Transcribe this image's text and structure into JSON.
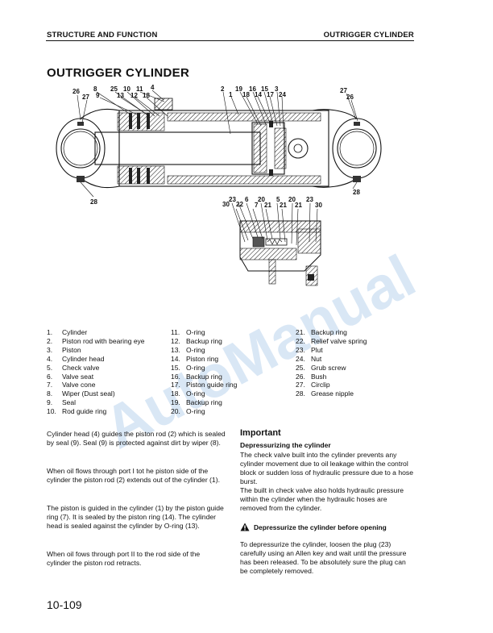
{
  "header": {
    "left": "STRUCTURE AND FUNCTION",
    "right": "OUTRIGGER CYLINDER"
  },
  "title": "OUTRIGGER CYLINDER",
  "diagram": {
    "main_callouts": {
      "c26a": "26",
      "c27a": "27",
      "c8": "8",
      "c9": "9",
      "c25": "25",
      "c13": "13",
      "c10": "10",
      "c12": "12",
      "c11": "11",
      "c18": "18",
      "c4": "4",
      "c2": "2",
      "c1": "1",
      "c19": "19",
      "c18b": "18",
      "c16": "16",
      "c14": "14",
      "c15": "15",
      "c17": "17",
      "c3": "3",
      "c24": "24",
      "c27b": "27",
      "c26b": "26",
      "c28a": "28",
      "c28b": "28"
    },
    "detail_callouts": {
      "d23a": "23",
      "d22": "22",
      "d30a": "30",
      "d6": "6",
      "d7": "7",
      "d20": "20",
      "d21a": "21",
      "d5": "5",
      "d21b": "21",
      "d20b": "20",
      "d21c": "21",
      "d23b": "23",
      "d30b": "30"
    }
  },
  "watermark": "AutoManual",
  "parts": {
    "col1": [
      {
        "no": "1.",
        "name": "Cylinder"
      },
      {
        "no": "2.",
        "name": "Piston rod with bearing eye"
      },
      {
        "no": "3.",
        "name": "Piston"
      },
      {
        "no": "4.",
        "name": "Cylinder head"
      },
      {
        "no": "5.",
        "name": "Check valve"
      },
      {
        "no": "6.",
        "name": "Valve seat"
      },
      {
        "no": "7.",
        "name": "Valve cone"
      },
      {
        "no": "8.",
        "name": "Wiper (Dust seal)"
      },
      {
        "no": "9.",
        "name": "Seal"
      },
      {
        "no": "10.",
        "name": "Rod guide ring"
      }
    ],
    "col2": [
      {
        "no": "11.",
        "name": "O-ring"
      },
      {
        "no": "12.",
        "name": "Backup ring"
      },
      {
        "no": "13.",
        "name": "O-ring"
      },
      {
        "no": "14.",
        "name": "Piston ring"
      },
      {
        "no": "15.",
        "name": "O-ring"
      },
      {
        "no": "16.",
        "name": "Backup ring"
      },
      {
        "no": "17.",
        "name": "Piston guide ring"
      },
      {
        "no": "18.",
        "name": "O-ring"
      },
      {
        "no": "19.",
        "name": "Backup ring"
      },
      {
        "no": "20.",
        "name": "O-ring"
      }
    ],
    "col3": [
      {
        "no": "21.",
        "name": "Backup ring"
      },
      {
        "no": "22.",
        "name": "Relief valve spring"
      },
      {
        "no": "23.",
        "name": "Plut"
      },
      {
        "no": "24.",
        "name": "Nut"
      },
      {
        "no": "25.",
        "name": "Grub screw"
      },
      {
        "no": "26.",
        "name": "Bush"
      },
      {
        "no": "27.",
        "name": "Circlip"
      },
      {
        "no": "28.",
        "name": "Grease nipple"
      }
    ]
  },
  "left_text": {
    "p1": "Cylinder head (4) guides the piston rod (2) which is sealed by seal (9). Seal (9) is protected against dirt by wiper (8).",
    "p2": "When oil flows through port I tot he piston side of the cylinder the piston rod (2) extends out of the cylinder (1).",
    "p3": "The piston is guided in the cylinder (1) by the piston guide ring (7). It is sealed by the piston ring (14). The cylinder head is sealed against the cylinder by O-ring (13).",
    "p4": "When oil fows through port II to the rod side of the cylinder the piston rod retracts."
  },
  "important": {
    "title": "Important",
    "subtitle": "Depressurizing the cylinder",
    "p1": "The check valve built into the cylinder prevents any cylinder movement due to oil leakage within the control block or sudden loss of hydraulic pressure due to a hose burst.",
    "p2": "The built in check valve also holds hydraulic pressure within the cylinder when the hydraulic hoses are removed from the cylinder.",
    "warning": "Depressurize the cylinder before opening",
    "p3": "To depressurize the cylinder, loosen the plug (23) carefully using an Allen key and wait until the pressure has been released. To be absolutely sure the plug can be completely removed."
  },
  "page_number": "10-109"
}
